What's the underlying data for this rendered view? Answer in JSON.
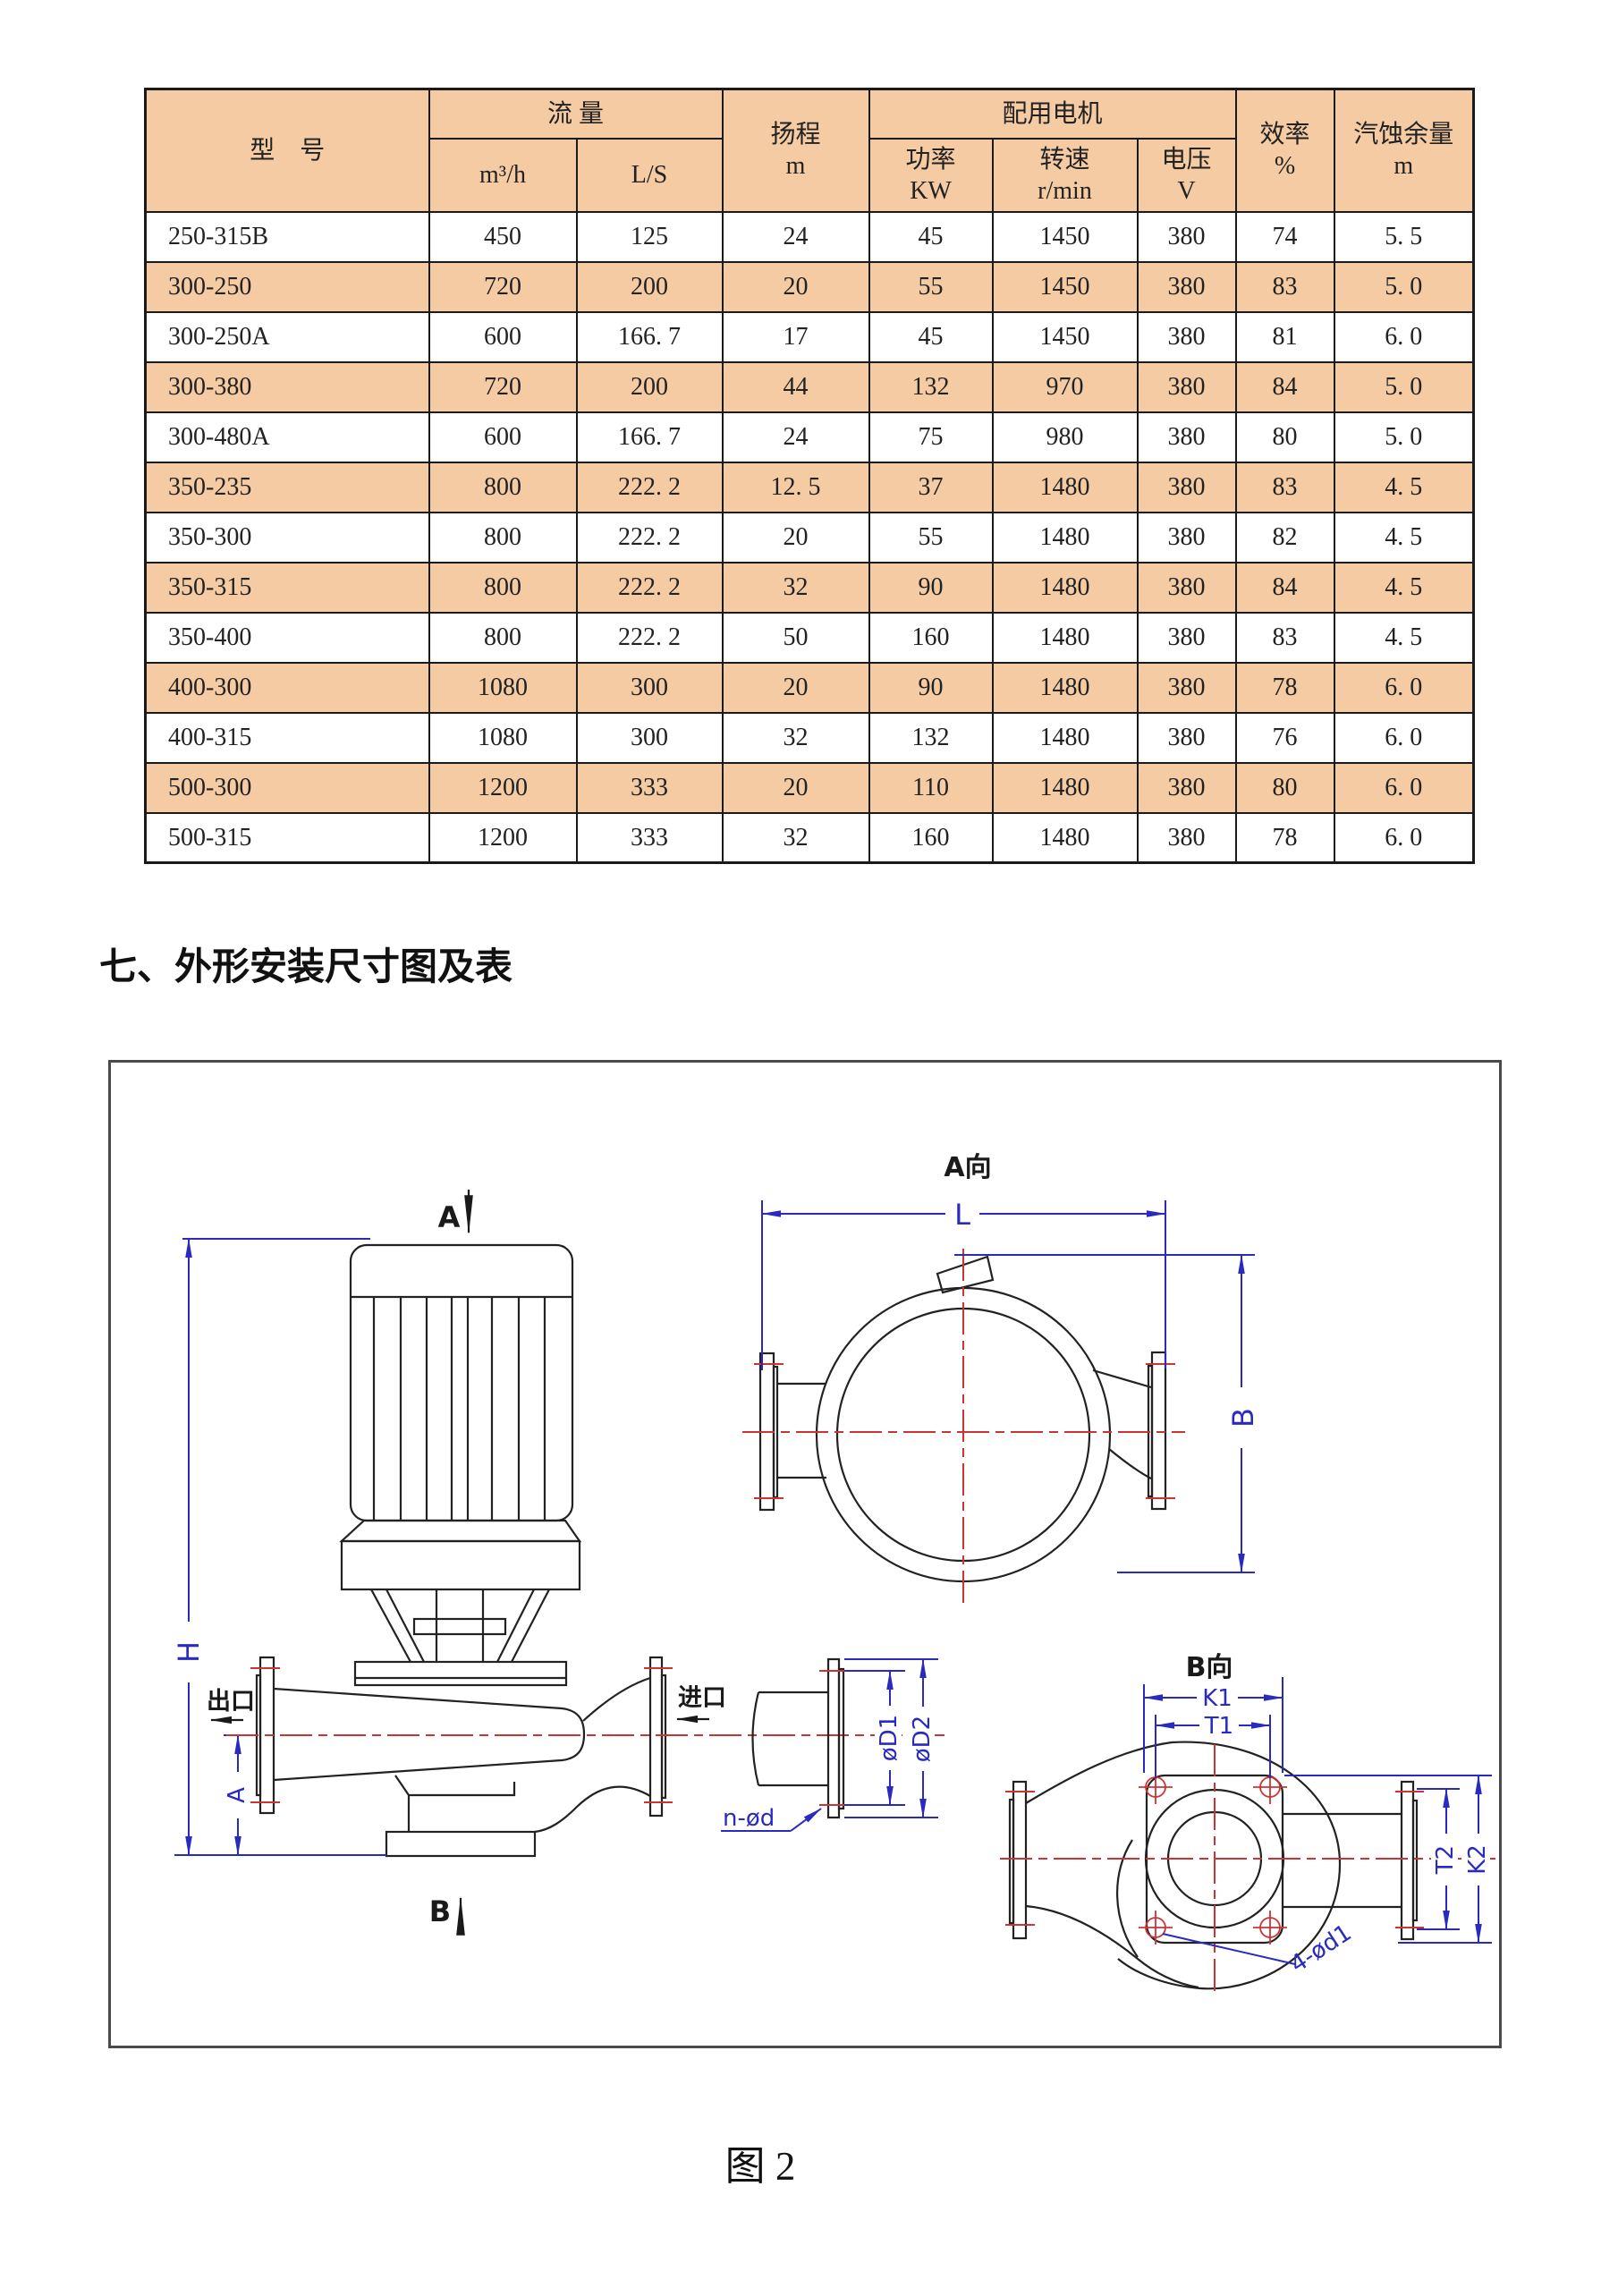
{
  "colors": {
    "peach": "#f5cba3",
    "dim_blue": "#2a2ac0",
    "center_red": "#cc3434",
    "line_black": "#222222"
  },
  "table": {
    "header": {
      "model": "型　号",
      "flow": "流 量",
      "flow_m3h": "m³/h",
      "flow_ls": "L/S",
      "head_l1": "扬程",
      "head_l2": "m",
      "motor": "配用电机",
      "power_l1": "功率",
      "power_l2": "KW",
      "speed_l1": "转速",
      "speed_l2": "r/min",
      "volt_l1": "电压",
      "volt_l2": "V",
      "eff_l1": "效率",
      "eff_l2": "%",
      "npsh_l1": "汽蚀余量",
      "npsh_l2": "m"
    },
    "rows": [
      [
        "250-315B",
        "450",
        "125",
        "24",
        "45",
        "1450",
        "380",
        "74",
        "5. 5"
      ],
      [
        "300-250",
        "720",
        "200",
        "20",
        "55",
        "1450",
        "380",
        "83",
        "5. 0"
      ],
      [
        "300-250A",
        "600",
        "166. 7",
        "17",
        "45",
        "1450",
        "380",
        "81",
        "6. 0"
      ],
      [
        "300-380",
        "720",
        "200",
        "44",
        "132",
        "970",
        "380",
        "84",
        "5. 0"
      ],
      [
        "300-480A",
        "600",
        "166. 7",
        "24",
        "75",
        "980",
        "380",
        "80",
        "5. 0"
      ],
      [
        "350-235",
        "800",
        "222. 2",
        "12. 5",
        "37",
        "1480",
        "380",
        "83",
        "4. 5"
      ],
      [
        "350-300",
        "800",
        "222. 2",
        "20",
        "55",
        "1480",
        "380",
        "82",
        "4. 5"
      ],
      [
        "350-315",
        "800",
        "222. 2",
        "32",
        "90",
        "1480",
        "380",
        "84",
        "4. 5"
      ],
      [
        "350-400",
        "800",
        "222. 2",
        "50",
        "160",
        "1480",
        "380",
        "83",
        "4. 5"
      ],
      [
        "400-300",
        "1080",
        "300",
        "20",
        "90",
        "1480",
        "380",
        "78",
        "6. 0"
      ],
      [
        "400-315",
        "1080",
        "300",
        "32",
        "132",
        "1480",
        "380",
        "76",
        "6. 0"
      ],
      [
        "500-300",
        "1200",
        "333",
        "20",
        "110",
        "1480",
        "380",
        "80",
        "6. 0"
      ],
      [
        "500-315",
        "1200",
        "333",
        "32",
        "160",
        "1480",
        "380",
        "78",
        "6. 0"
      ]
    ]
  },
  "section_heading": "七、外形安装尺寸图及表",
  "figure_caption": "图 2",
  "drawing": {
    "labels": {
      "view_a": "A向",
      "view_b": "B向",
      "dim_l": "L",
      "dim_b": "B",
      "dim_h": "H",
      "dim_a": "A",
      "sec_a": "A",
      "sec_b": "B",
      "outlet": "出口",
      "inlet": "进口",
      "dim_k1": "K1",
      "dim_t1": "T1",
      "dim_t2": "T2",
      "dim_k2": "K2",
      "dim_d1": "øD1",
      "dim_d2": "øD2",
      "dim_nd": "n-ød",
      "dim_4d1": "4-ød1"
    }
  }
}
